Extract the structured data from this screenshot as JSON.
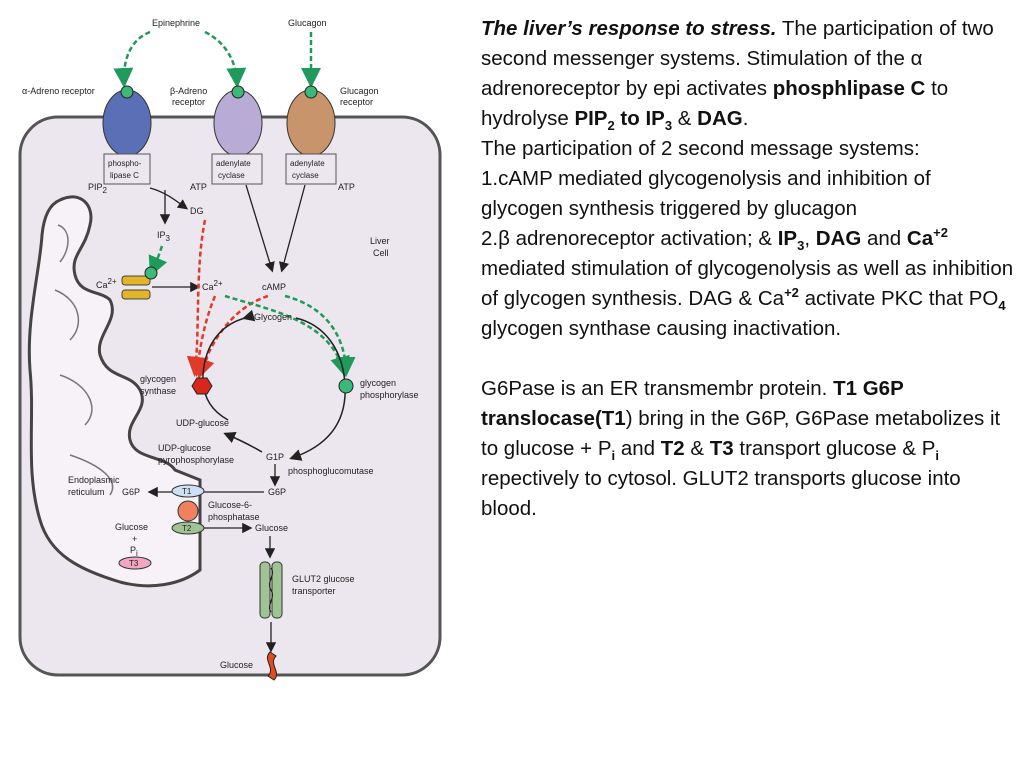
{
  "diagram": {
    "hormones": {
      "epinephrine": "Epinephrine",
      "glucagon": "Glucagon"
    },
    "receptors": {
      "alpha_line1": "α-Adreno receptor",
      "beta_line1": "β-Adreno",
      "beta_line2": "receptor",
      "glucagon_line1": "Glucagon",
      "glucagon_line2": "receptor"
    },
    "enzymes": {
      "plc_line1": "phospho-",
      "plc_line2": "lipase C",
      "ac1_line1": "adenylate",
      "ac1_line2": "cyclase",
      "ac2_line1": "adenylate",
      "ac2_line2": "cyclase",
      "glycogen_synthase_line1": "glycogen",
      "glycogen_synthase_line2": "synthase",
      "glycogen_phosphorylase_line1": "glycogen",
      "glycogen_phosphorylase_line2": "phosphorylase",
      "udp_ppase_line1": "UDP-glucose",
      "udp_ppase_line2": "pyrophosphorylase",
      "pgm": "phosphoglucomutase",
      "g6pase_line1": "Glucose-6-",
      "g6pase_line2": "phosphatase"
    },
    "metabolites": {
      "pip2": "PIP",
      "pip2_sub": "2",
      "atp_left": "ATP",
      "atp_right": "ATP",
      "dg": "DG",
      "ip3": "IP",
      "ip3_sub": "3",
      "ca_left": "Ca",
      "ca_left_sup": "2+",
      "ca_right": "Ca",
      "ca_right_sup": "2+",
      "camp": "cAMP",
      "glycogen": "Glycogen",
      "udp_glucose": "UDP-glucose",
      "g1p": "G1P",
      "g6p_cyto": "G6P",
      "g6p_er": "G6P",
      "glucose_er": "Glucose",
      "plus": "+",
      "pi": "P",
      "pi_sub": "i",
      "glucose_cyto": "Glucose",
      "glucose_blood": "Glucose"
    },
    "transporters": {
      "t1": "T1",
      "t2": "T2",
      "t3": "T3",
      "glut2_line1": "GLUT2 glucose",
      "glut2_line2": "transporter"
    },
    "compartments": {
      "cell_line1": "Liver",
      "cell_line2": "Cell",
      "er_line1": "Endoplasmic",
      "er_line2": "reticulum"
    }
  },
  "caption": {
    "title": "The liver’s response to stress.",
    "intro_1": " The participation of two second messenger systems. Stimulation of the ",
    "alpha": "α",
    "intro_2": " adrenoreceptor by epi activates ",
    "plc": "phosphlipase C",
    "intro_3": " to hydrolyse ",
    "pip2_bold": "PIP",
    "pip2_sub": "2",
    "to_ip3": " to IP",
    "ip3_sub": "3",
    "amp": " & ",
    "dag": "DAG",
    "period": ".",
    "systems_line": "The participation of 2 second message systems:",
    "point1": "1.cAMP  mediated glycogenolysis and inhibition of glycogen synthesis triggered by glucagon",
    "point2_a": "2.",
    "beta": "β",
    "point2_b": " adrenoreceptor activation; & ",
    "ip3_bold": "IP",
    "ip3_bold_sub": "3",
    "comma": ", ",
    "dag2": "DAG",
    "and": " and ",
    "ca": "Ca",
    "ca_sup": "+2",
    "point2_c": " mediated stimulation of glycogenolysis as well as inhibition of glycogen synthesis. DAG & Ca",
    "ca_sup2": "+2",
    "point2_d": " activate PKC that PO",
    "po4_sub": "4",
    "point2_e": " glycogen synthase  causing inactivation.",
    "g6pase_1": "G6Pase is an ER transmembr protein.  ",
    "t1": "T1",
    "space": " ",
    "g6p_trans": "G6P translocase(T1",
    "paren": ")",
    "g6pase_2": "  bring in the G6P, G6Pase metabolizes it to glucose + P",
    "pi_sub": "i",
    "g6pase_3": " and ",
    "t2": "T2",
    "amp2": " & ",
    "t3": "T3",
    "g6pase_4": " transport glucose & P",
    "pi_sub2": "i",
    "g6pase_5": " repectively to cytosol. GLUT2 transports glucose into blood."
  },
  "colors": {
    "cell_fill": "#ece7ee",
    "alpha_receptor": "#5b6fb6",
    "beta_receptor": "#b8acd6",
    "glucagon_receptor": "#c8946b",
    "green_arrow": "#1f9a5a",
    "red_arrow": "#e03a2a",
    "green_node": "#3cb878",
    "red_node": "#d8261c",
    "channel": "#e2b42a",
    "er_fill": "#f6f2f7",
    "glut2": "#9fc395",
    "t3_fill": "#f2a6c1",
    "g6pase_fill": "#f08060"
  }
}
